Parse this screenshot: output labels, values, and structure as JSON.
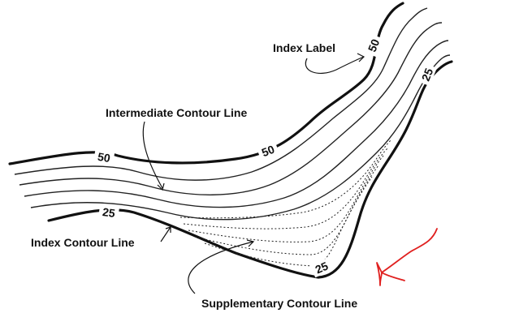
{
  "labels": {
    "index_label": "Index Label",
    "intermediate_contour_line": "Intermediate Contour Line",
    "index_contour_line": "Index Contour Line",
    "supplementary_contour_line": "Supplementary Contour Line"
  },
  "elevations": {
    "upper_left": "50",
    "upper_mid": "50",
    "upper_right": "50",
    "lower_left": "25",
    "lower_bottom": "25",
    "lower_right": "25"
  },
  "colors": {
    "line": "#111111",
    "annotation": "#e0201f"
  }
}
